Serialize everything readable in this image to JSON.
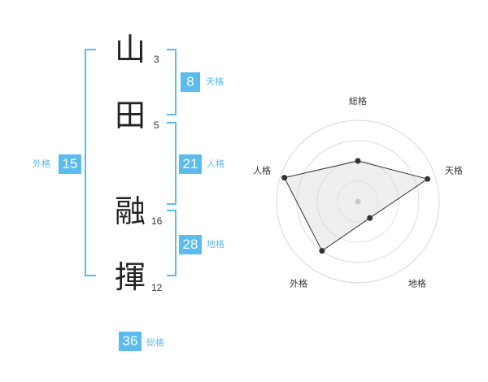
{
  "name": {
    "chars": [
      {
        "char": "山",
        "strokes": "3"
      },
      {
        "char": "田",
        "strokes": "5"
      },
      {
        "char": "融",
        "strokes": "16"
      },
      {
        "char": "揮",
        "strokes": "12"
      }
    ]
  },
  "fortune": {
    "tenkaku": {
      "value": "8",
      "label": "天格"
    },
    "jinkaku": {
      "value": "21",
      "label": "人格"
    },
    "chikaku": {
      "value": "28",
      "label": "地格"
    },
    "gaikaku": {
      "value": "15",
      "label": "外格"
    },
    "soukaku": {
      "value": "36",
      "label": "総格"
    }
  },
  "colors": {
    "accent": "#5bbbee",
    "text": "#222222"
  },
  "chart_data": {
    "type": "radar",
    "axes": [
      "総格",
      "天格",
      "地格",
      "外格",
      "人格"
    ],
    "values": [
      0.5,
      0.9,
      0.25,
      0.75,
      0.95
    ],
    "range": [
      0,
      1
    ],
    "rings": 4,
    "grid": true
  }
}
